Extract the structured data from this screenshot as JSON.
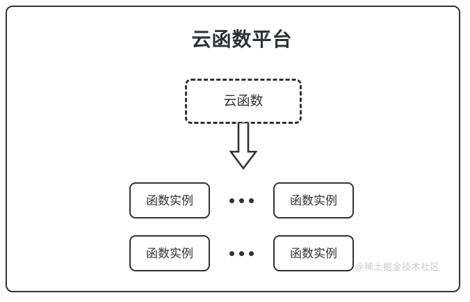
{
  "diagram": {
    "title": "云函数平台",
    "platform_frame_name": "云函数平台",
    "function_node": {
      "label": "云函数",
      "style": "dashed"
    },
    "arrow": {
      "icon": "down-block-arrow",
      "direction": "down"
    },
    "instance_rows": [
      {
        "left_label": "函数实例",
        "ellipsis": "···",
        "right_label": "函数实例"
      },
      {
        "left_label": "函数实例",
        "ellipsis": "···",
        "right_label": "函数实例"
      }
    ],
    "watermark": "@稀土掘金技术社区",
    "colors": {
      "stroke": "#2f3133",
      "background": "#ffffff",
      "watermark": "#c9cbcd"
    }
  }
}
